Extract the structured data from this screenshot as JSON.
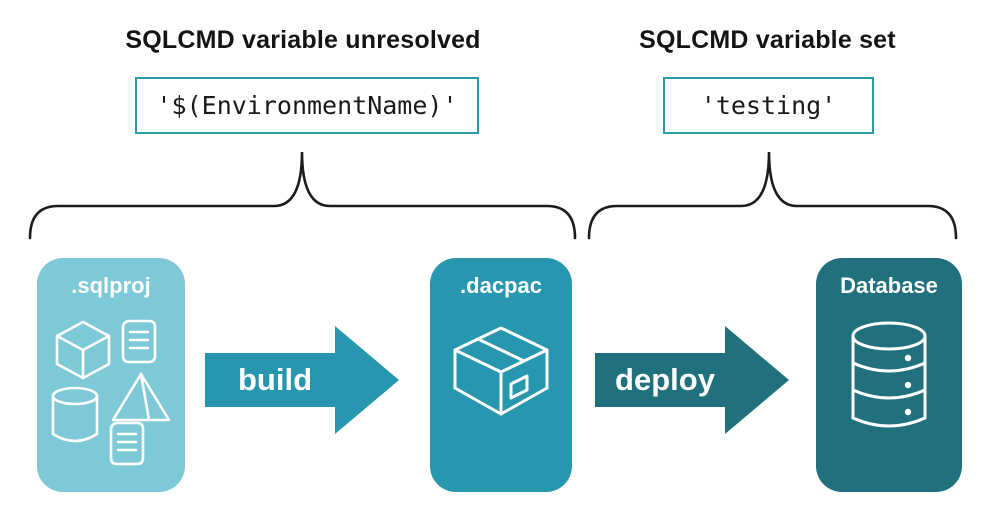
{
  "annotations": {
    "left": {
      "heading": "SQLCMD variable unresolved",
      "code": "'$(EnvironmentName)'"
    },
    "right": {
      "heading": "SQLCMD variable set",
      "code": "'testing'"
    }
  },
  "pipeline": {
    "nodes": [
      {
        "label": ".sqlproj"
      },
      {
        "label": ".dacpac"
      },
      {
        "label": "Database"
      }
    ],
    "arrows": [
      {
        "label": "build"
      },
      {
        "label": "deploy"
      }
    ]
  },
  "icons": {
    "sqlproj": [
      "cube-icon",
      "scroll-icon",
      "pyramid-icon",
      "cylinder-icon",
      "scroll-icon"
    ],
    "dacpac": "package-box-icon",
    "database": "database-cylinder-icon"
  },
  "colors": {
    "node_sqlproj": "#7EC9D8",
    "node_dacpac": "#2697AE",
    "node_database": "#20707E",
    "arrow_build": "#2697AE",
    "arrow_deploy": "#20707E",
    "code_border": "#2A9AAF",
    "brace": "#1c1c1c",
    "text": "#141414"
  }
}
